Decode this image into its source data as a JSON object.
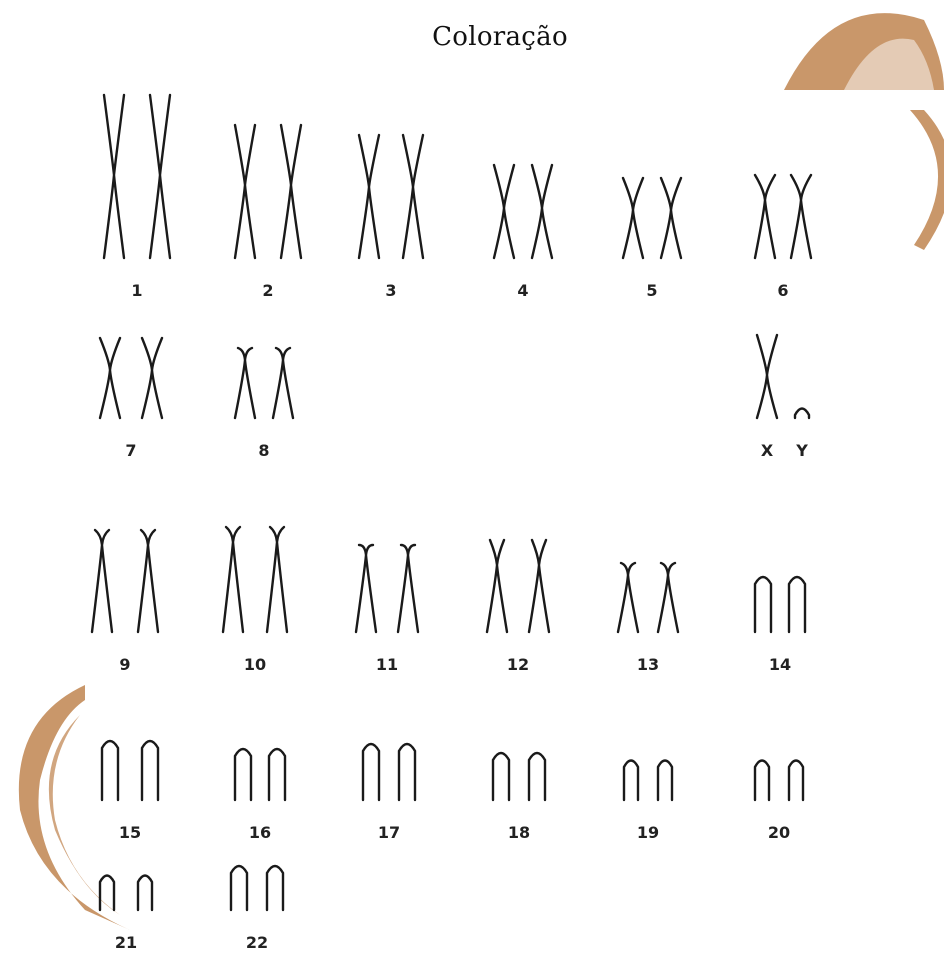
{
  "title": "Coloração",
  "decor_color": "#c9976a",
  "chromosomes": [
    {
      "label": "1",
      "shape": "meta"
    },
    {
      "label": "2",
      "shape": "meta"
    },
    {
      "label": "3",
      "shape": "meta"
    },
    {
      "label": "4",
      "shape": "meta"
    },
    {
      "label": "5",
      "shape": "meta"
    },
    {
      "label": "6",
      "shape": "meta"
    },
    {
      "label": "7",
      "shape": "meta"
    },
    {
      "label": "8",
      "shape": "sub"
    },
    {
      "label": "X",
      "shape": "meta"
    },
    {
      "label": "Y",
      "shape": "acro"
    },
    {
      "label": "9",
      "shape": "sub"
    },
    {
      "label": "10",
      "shape": "sub"
    },
    {
      "label": "11",
      "shape": "sub"
    },
    {
      "label": "12",
      "shape": "sub"
    },
    {
      "label": "13",
      "shape": "sub"
    },
    {
      "label": "14",
      "shape": "acro"
    },
    {
      "label": "15",
      "shape": "acro"
    },
    {
      "label": "16",
      "shape": "acro"
    },
    {
      "label": "17",
      "shape": "acro"
    },
    {
      "label": "18",
      "shape": "acro"
    },
    {
      "label": "19",
      "shape": "acro"
    },
    {
      "label": "20",
      "shape": "acro"
    },
    {
      "label": "21",
      "shape": "acro"
    },
    {
      "label": "22",
      "shape": "acro"
    }
  ]
}
